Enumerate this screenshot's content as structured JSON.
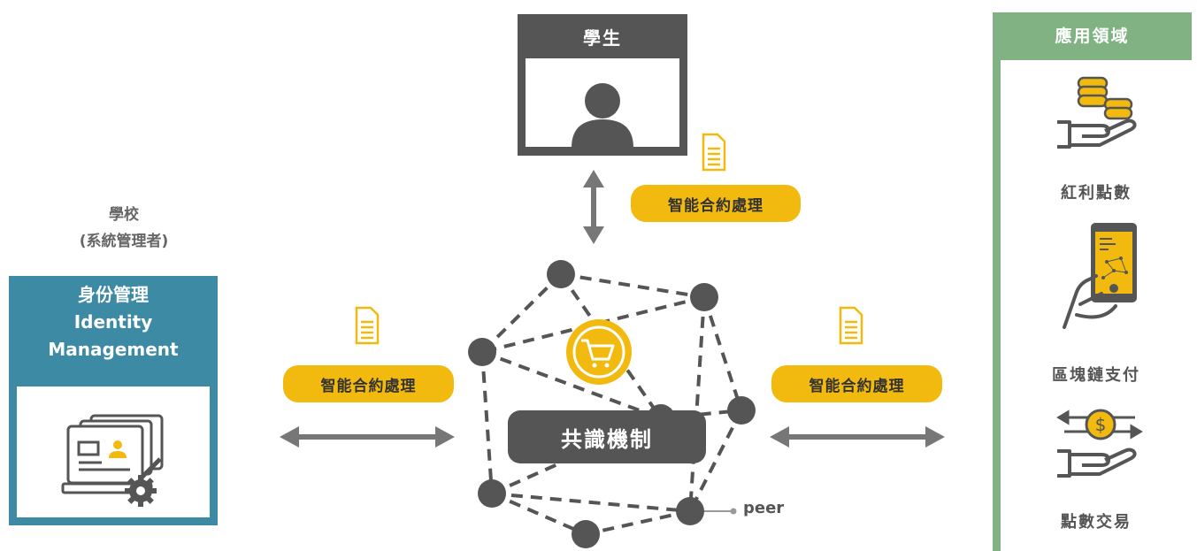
{
  "student": {
    "title": "學生"
  },
  "school": {
    "line1": "學校",
    "line2": "(系統管理者)"
  },
  "identity": {
    "line1": "身份管理",
    "line2": "Identity",
    "line3": "Management"
  },
  "contract_tags": {
    "top": "智能合約處理",
    "left": "智能合約處理",
    "right": "智能合約處理"
  },
  "consensus": {
    "label": "共識機制"
  },
  "peer": {
    "label": "peer"
  },
  "applications": {
    "title": "應用領域",
    "items": [
      {
        "label": "紅利點數",
        "icon": "coins-hand-icon"
      },
      {
        "label": "區塊鏈支付",
        "icon": "phone-payment-icon"
      },
      {
        "label": "點數交易",
        "icon": "dollar-exchange-icon"
      }
    ]
  },
  "colors": {
    "dark": "#555555",
    "teal": "#3d8aa5",
    "green": "#80b284",
    "gold": "#f2b90f"
  }
}
